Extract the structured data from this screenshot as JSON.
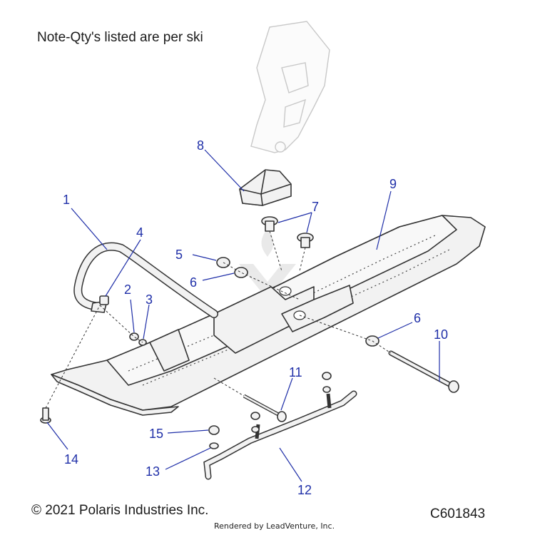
{
  "note": "Note-Qty's listed are per ski",
  "copyright": "© 2021 Polaris Industries Inc.",
  "diagram_code": "C601843",
  "rendered_by": "Rendered by LeadVenture, Inc.",
  "callouts": [
    "1",
    "2",
    "3",
    "4",
    "5",
    "6",
    "6",
    "7",
    "8",
    "9",
    "10",
    "11",
    "12",
    "13",
    "14",
    "15"
  ]
}
